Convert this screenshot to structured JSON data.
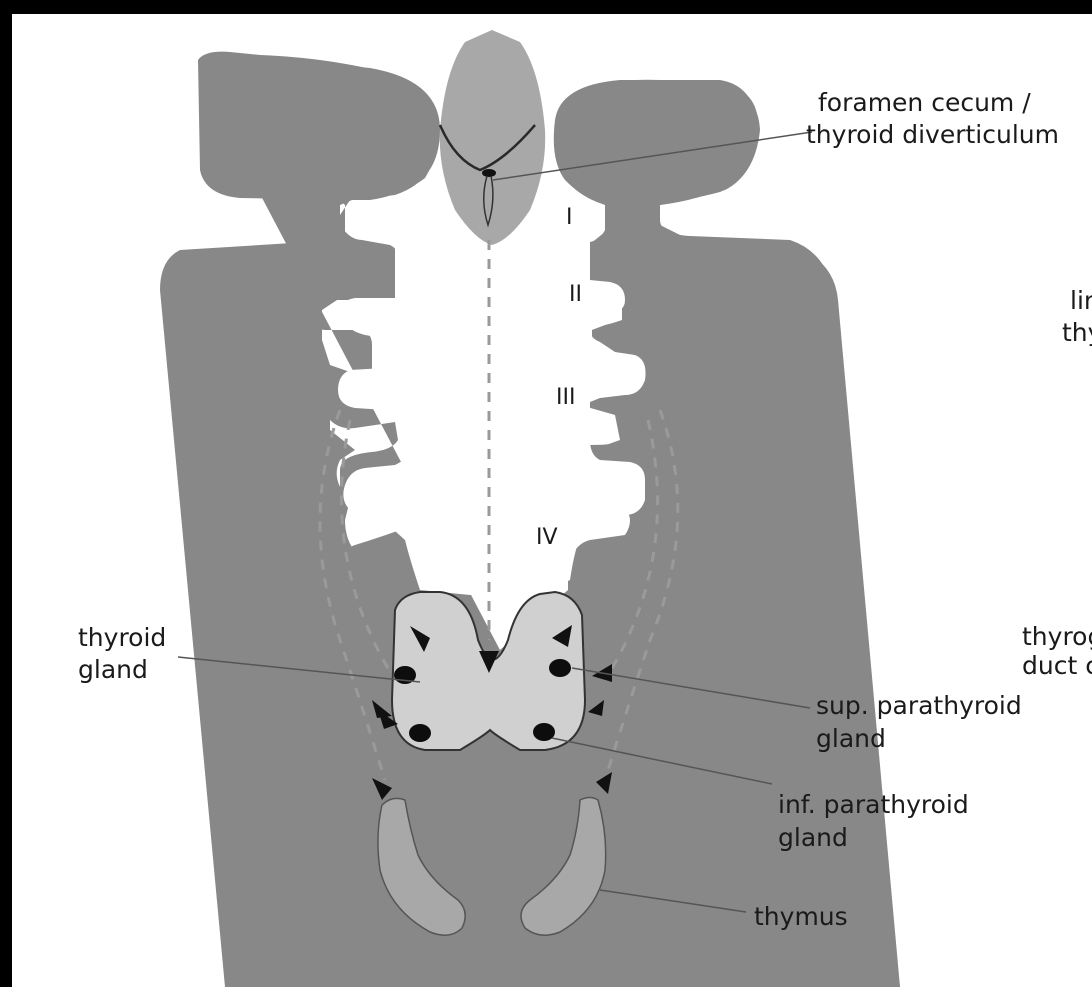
{
  "arch_numerals": [
    "I",
    "II",
    "III",
    "IV"
  ],
  "labels": {
    "foramen_line1": "foramen cecum /",
    "foramen_line2": "thyroid diverticulum",
    "lingual_line1": "lingual",
    "lingual_line2": "thyroid",
    "thyroglossal_line1": "thyroglossal",
    "thyroglossal_line2": "duct cyst",
    "thyroid_line1": "thyroid",
    "thyroid_line2": "gland",
    "sup_line1": "sup. parathyroid",
    "sup_line2": "gland",
    "inf_line1": "inf. parathyroid",
    "inf_line2": "gland",
    "thymus": "thymus"
  },
  "colors": {
    "frame": "#000000",
    "background": "#ffffff",
    "tissue_dark": "#888888",
    "tissue_light": "#a8a8a8",
    "gland": "#d0d0d0",
    "dots": "#0d0d0d",
    "leader": "#555555"
  }
}
